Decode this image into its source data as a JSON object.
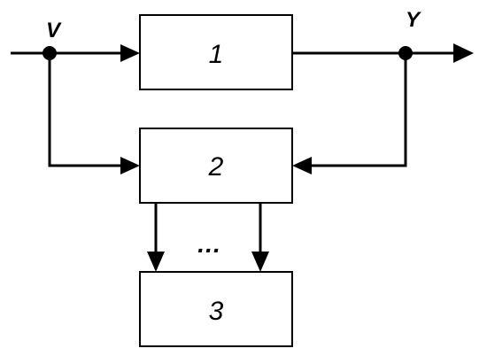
{
  "diagram": {
    "input_signal": "V",
    "output_signal": "Y",
    "blocks": [
      {
        "id": "1",
        "label": "1"
      },
      {
        "id": "2",
        "label": "2"
      },
      {
        "id": "3",
        "label": "3"
      }
    ],
    "ellipsis": "…",
    "connections": [
      {
        "from": "input",
        "to": "V"
      },
      {
        "from": "V",
        "to": "1"
      },
      {
        "from": "1",
        "to": "Y"
      },
      {
        "from": "Y",
        "to": "output"
      },
      {
        "from": "V",
        "to": "2"
      },
      {
        "from": "Y",
        "to": "2"
      },
      {
        "from": "2",
        "to": "3"
      },
      {
        "from": "2",
        "to": "3"
      }
    ],
    "colors": {
      "line": "#000000",
      "background": "#ffffff"
    }
  }
}
